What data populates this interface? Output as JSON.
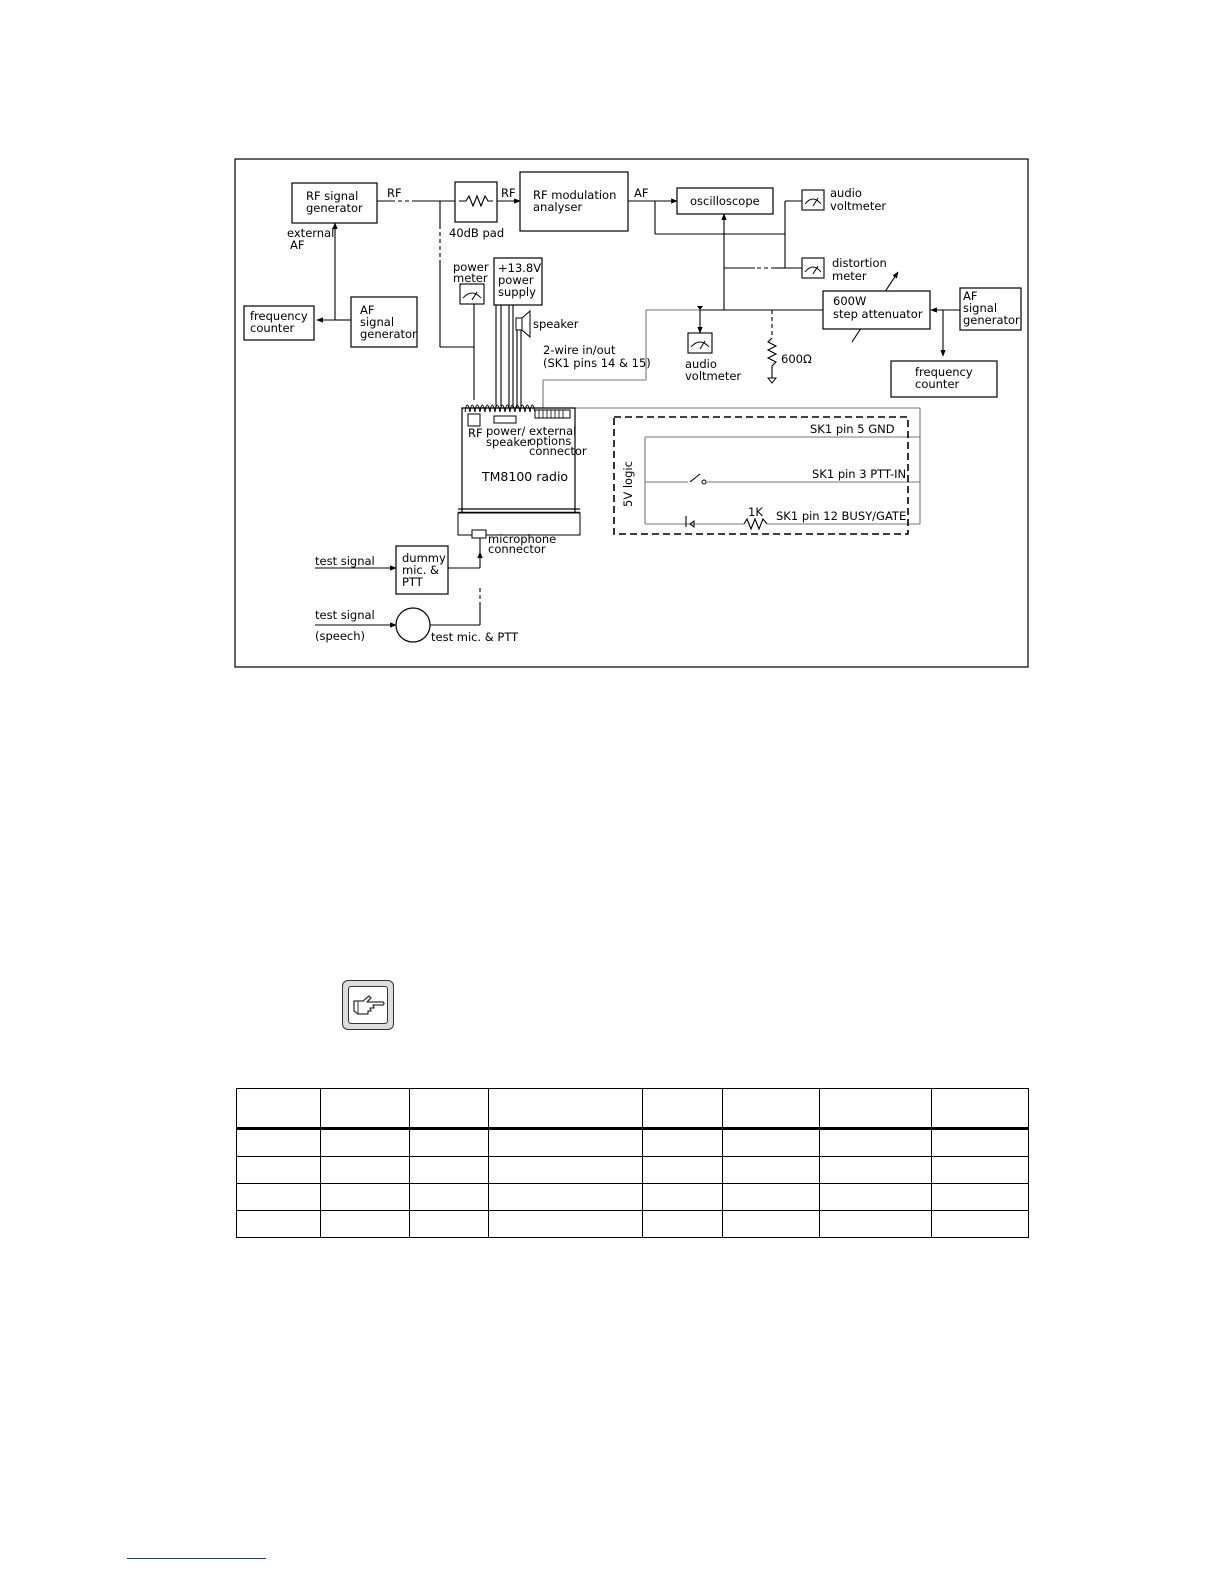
{
  "diagram": {
    "rf_signal_generator": [
      "RF signal",
      "generator"
    ],
    "rf_label_1": "RF",
    "rf_label_2": "RF",
    "external_af": [
      "external",
      "AF"
    ],
    "pad_40db": "40dB pad",
    "rf_modulation_analyser": [
      "RF modulation",
      "analyser"
    ],
    "af_label": "AF",
    "oscilloscope": "oscilloscope",
    "audio_voltmeter_top": [
      "audio",
      "voltmeter"
    ],
    "distortion_meter": [
      "distortion",
      "meter"
    ],
    "frequency_counter_left": [
      "frequency",
      "counter"
    ],
    "af_signal_generator_left": [
      "AF",
      "signal",
      "generator"
    ],
    "power_meter": [
      "power",
      "meter"
    ],
    "power_supply": [
      "+13.8V",
      "power",
      "supply"
    ],
    "speaker": "speaker",
    "two_wire": [
      "2-wire in/out",
      "(SK1 pins 14 & 15)"
    ],
    "step_attenuator": [
      "600W",
      "step attenuator"
    ],
    "af_signal_generator_right": [
      "AF",
      "signal",
      "generator"
    ],
    "audio_voltmeter_mid": [
      "audio",
      "voltmeter"
    ],
    "resistor_600": "600Ω",
    "frequency_counter_right": [
      "frequency",
      "counter"
    ],
    "rf_port": "RF",
    "power_speaker": [
      "power/",
      "speaker"
    ],
    "external_options": [
      "external",
      "options",
      "connector"
    ],
    "radio": "TM8100 radio",
    "microphone_connector": [
      "microphone",
      "connector"
    ],
    "logic_label": "5V logic",
    "sk1_pin5": "SK1 pin 5 GND",
    "sk1_pin3": "SK1 pin 3 PTT-IN",
    "resistor_1k": "1K",
    "sk1_pin12": "SK1 pin 12 BUSY/GATE",
    "test_signal_1": "test signal",
    "dummy_mic": [
      "dummy",
      "mic. &",
      "PTT"
    ],
    "test_signal_2": "test signal",
    "speech": "(speech)",
    "test_mic": "test mic. & PTT"
  },
  "table": {
    "columns": 8,
    "header_rows": 1,
    "body_rows": 4
  }
}
